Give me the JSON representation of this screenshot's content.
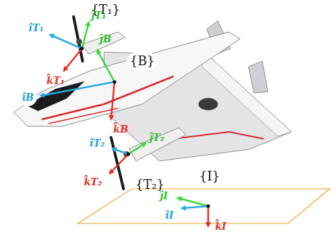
{
  "diagram": {
    "labels": [
      "{T₁}",
      "îT₁",
      "ĵT₁",
      "k̂T₁",
      "ĵB",
      "{B}",
      "îB",
      "k̂B",
      "ĵT₂",
      "îT₂",
      "k̂T₂",
      "{T₂}",
      "{I}",
      "ĵI",
      "îI",
      "k̂I"
    ]
  }
}
